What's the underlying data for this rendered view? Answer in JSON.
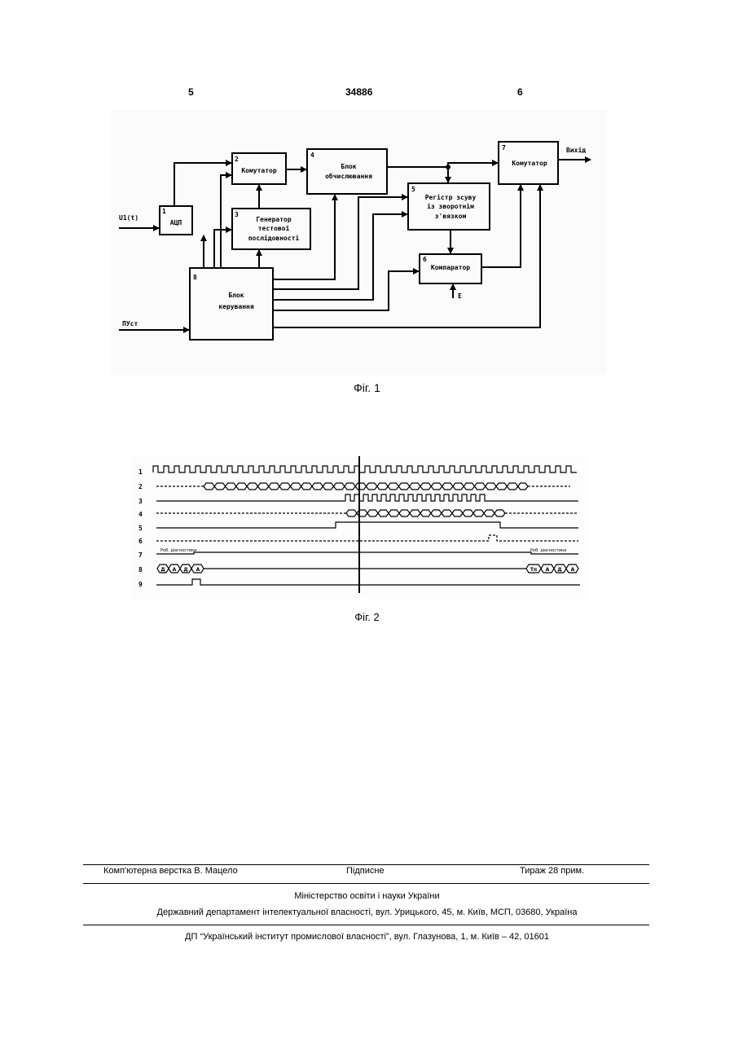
{
  "header": {
    "left_page": "5",
    "doc_number": "34886",
    "right_page": "6"
  },
  "figure1": {
    "caption": "Фіг. 1",
    "input_label": "U1(t)",
    "control_input_label": "ПУст",
    "output_label": "Вихід",
    "threshold_label": "Е",
    "blocks": [
      {
        "num": "1",
        "lines": [
          "АЦП"
        ]
      },
      {
        "num": "2",
        "lines": [
          "Комутатор"
        ]
      },
      {
        "num": "3",
        "lines": [
          "Генератор",
          "тестової",
          "послідовності"
        ]
      },
      {
        "num": "4",
        "lines": [
          "Блок",
          "обчислювання"
        ]
      },
      {
        "num": "5",
        "lines": [
          "Регістр зсуву",
          "із зворотнім",
          "з'вязком"
        ]
      },
      {
        "num": "6",
        "lines": [
          "Компаратор"
        ]
      },
      {
        "num": "7",
        "lines": [
          "Комутатор"
        ]
      },
      {
        "num": "8",
        "lines": [
          "Блок",
          "керування"
        ]
      }
    ]
  },
  "figure2": {
    "caption": "Фіг. 2",
    "row_numbers": [
      "1",
      "2",
      "3",
      "4",
      "5",
      "6",
      "7",
      "8",
      "9"
    ],
    "row7_left_label": "Роб. діагностики",
    "row7_right_label": "Роб. діагностики",
    "row8_left_cells": [
      "Д",
      "А",
      "Д",
      "А"
    ],
    "row8_right_cells": [
      "Тп",
      "А",
      "Д",
      "А"
    ]
  },
  "footer": {
    "typesetting": "Комп'ютерна верстка В. Мацело",
    "signed": "Підписне",
    "circulation": "Тираж 28 прим.",
    "ministry": "Міністерство освіти і науки України",
    "department": "Державний департамент інтелектуальної власності, вул. Урицького, 45, м. Київ, МСП, 03680, Україна",
    "institute": "ДП “Український інститут промислової власності”, вул. Глазунова, 1, м. Київ – 42, 01601"
  }
}
